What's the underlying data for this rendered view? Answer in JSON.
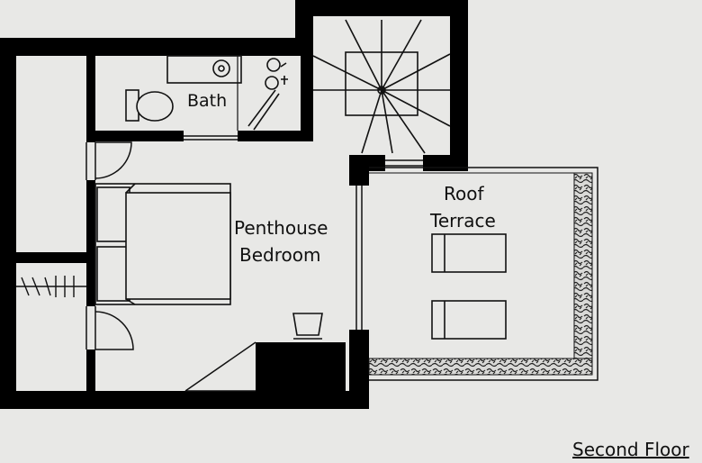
{
  "labels": {
    "bath": "Bath",
    "bedroom_line1": "Penthouse",
    "bedroom_line2": "Bedroom",
    "terrace_line1": "Roof",
    "terrace_line2": "Terrace",
    "floor": "Second Floor"
  },
  "colors": {
    "background": "#e8e8e6",
    "wall": "#000000",
    "line": "#111111",
    "furniture_fill": "#e8e8e6"
  }
}
